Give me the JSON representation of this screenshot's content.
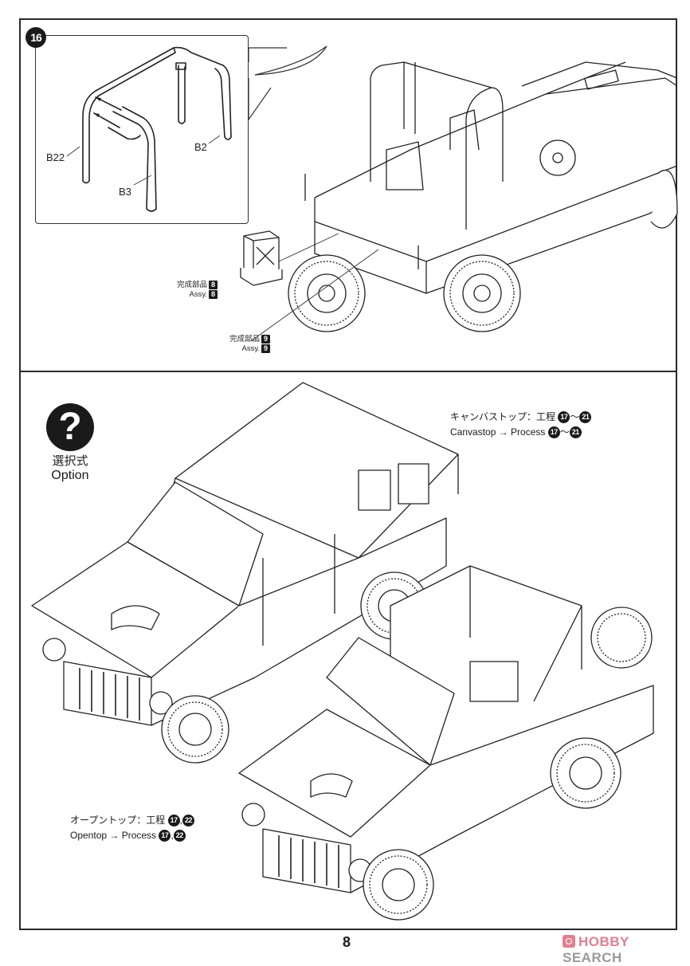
{
  "step": {
    "number": "16"
  },
  "parts": {
    "b22": "B22",
    "b2": "B2",
    "b3": "B3"
  },
  "assemblies": [
    {
      "jp": "完成部品",
      "en": "Assy.",
      "number": "8"
    },
    {
      "jp": "完成部品",
      "en": "Assy.",
      "number": "9"
    }
  ],
  "option": {
    "icon": "question-icon",
    "glyph": "?",
    "jp": "選択式",
    "en": "Option"
  },
  "canvastop": {
    "jp_label": "キャンバストップ：工程",
    "en_label": "Canvastop → Process",
    "from": "17",
    "sep": "～",
    "to": "21"
  },
  "opentop": {
    "jp_label": "オープントップ：工程",
    "en_label": "Opentop → Process",
    "from": "17",
    "sep": ",",
    "to": "22"
  },
  "page_number": "8",
  "watermark": {
    "brand": "HOBBY",
    "suffix": "SEARCH",
    "color": "#e0808f"
  }
}
